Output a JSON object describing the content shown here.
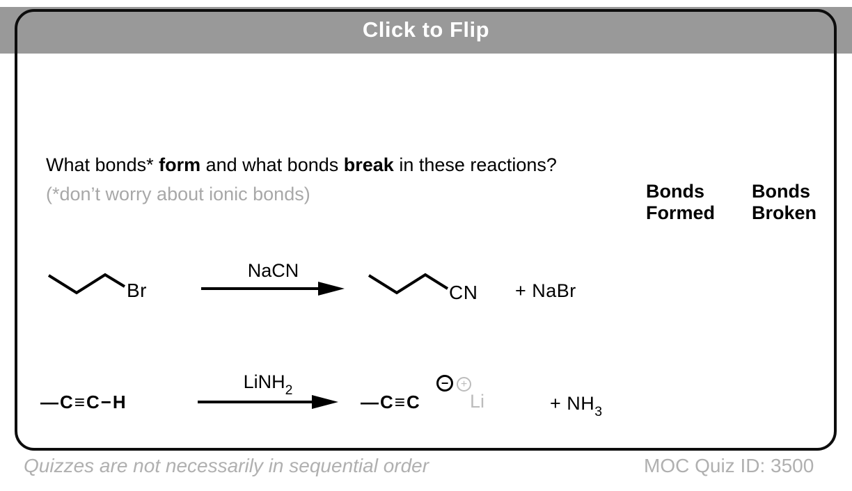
{
  "header": {
    "title": "Click to Flip"
  },
  "question": {
    "p1": "What bonds* ",
    "bold1": "form",
    "p2": " and what bonds ",
    "bold2": "break",
    "p3": " in these reactions?",
    "note": "(*don’t worry about ionic bonds)"
  },
  "answer_columns": {
    "formed": [
      "Bonds",
      "Formed"
    ],
    "broken": [
      "Bonds",
      "Broken"
    ]
  },
  "reaction1": {
    "substrate_group": "Br",
    "reagent": "NaCN",
    "product_group": "CN",
    "byproduct": "+ NaBr"
  },
  "reaction2": {
    "substrate": "—C≡C−H",
    "reagent_base": "LiNH",
    "reagent_sub": "2",
    "product": "—C≡C",
    "minus_charge": "−",
    "plus_charge": "+",
    "counterion": "Li",
    "byproduct_base": "+ NH",
    "byproduct_sub": "3"
  },
  "footer": {
    "left_note": "Quizzes are not necessarily in sequential order",
    "right_id": "MOC Quiz ID: 3500"
  },
  "colors": {
    "header_bar": "#999999",
    "card_border": "#0d0d0d",
    "muted_note": "#a8a8a8",
    "footer_gray": "#b0b0b0",
    "counterion_gray": "#bcbcbc",
    "ink": "#000000"
  }
}
